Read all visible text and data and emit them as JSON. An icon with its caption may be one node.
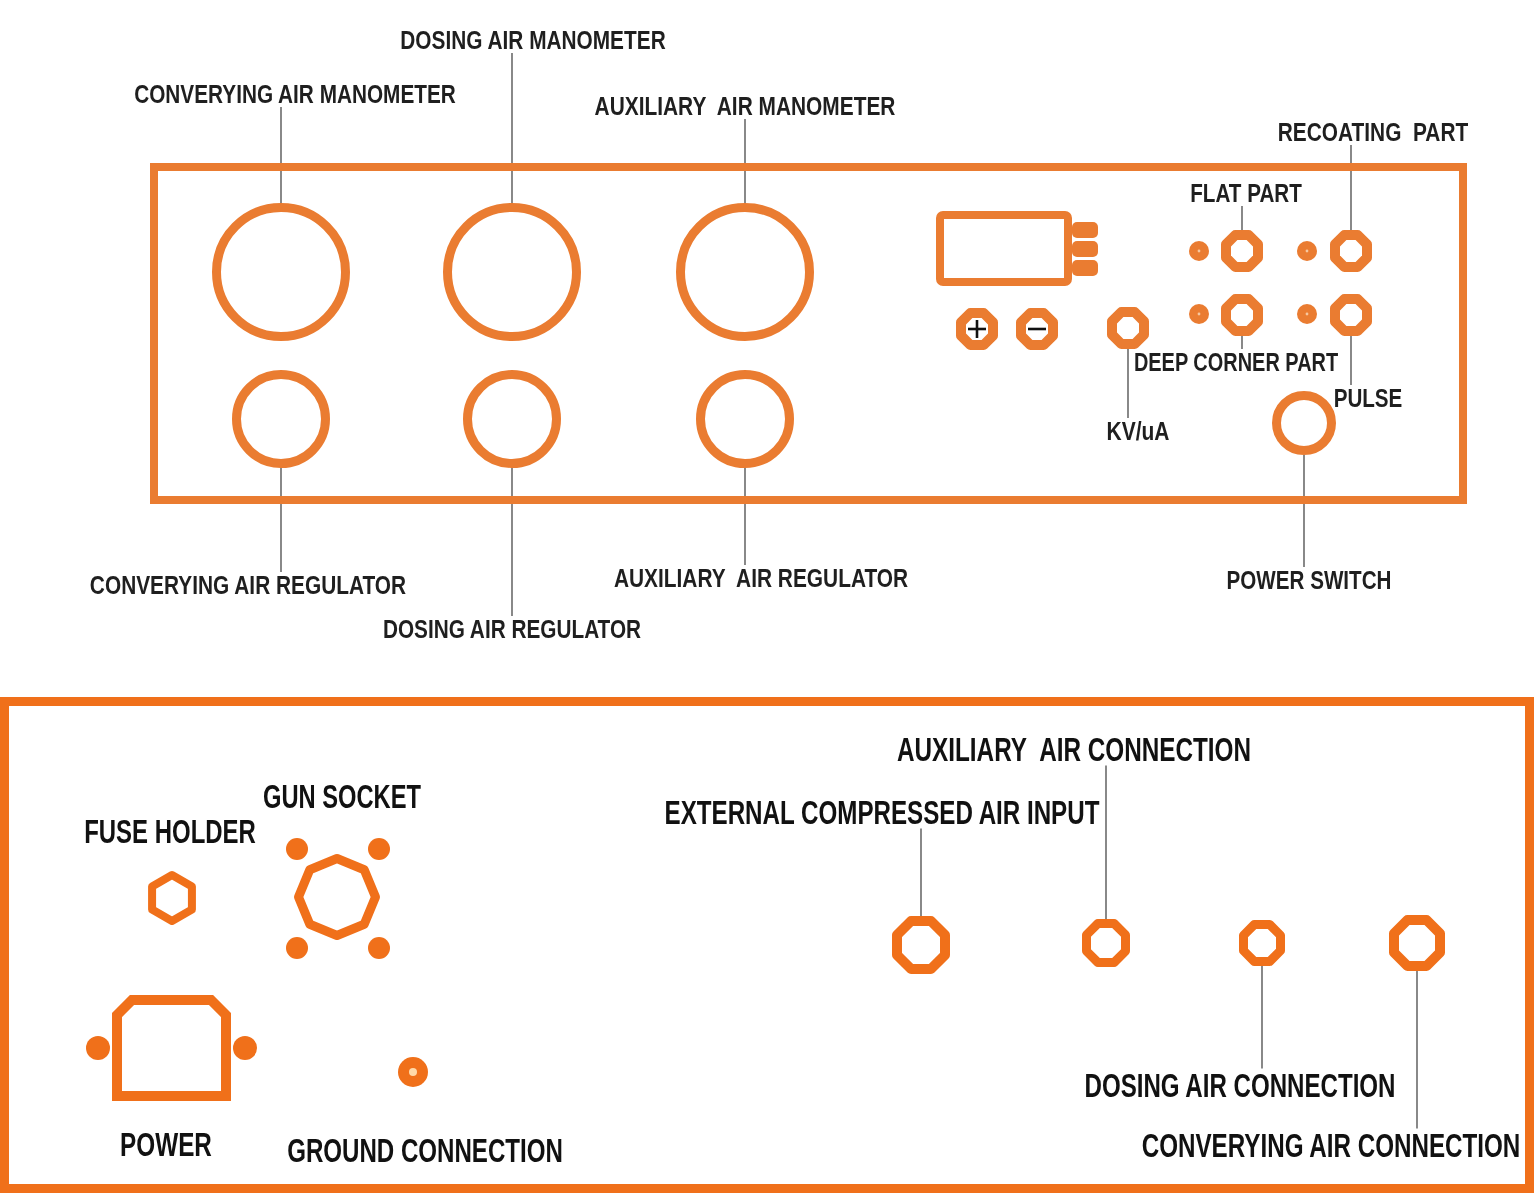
{
  "diagram": {
    "nodes": [
      {
        "text": [],
        "shape": "box"
      },
      {
        "text": [
          "CONVERYING AIR MANOMETER"
        ]
      },
      {
        "text": [
          "DOSING AIR MANOMETER"
        ]
      },
      {
        "text": [
          "AUXILIARY  AIR MANOMETER"
        ]
      },
      {
        "text": [
          "RECOATING  PART"
        ]
      },
      {
        "text": [
          "FLAT PART"
        ],
        "in": 0
      },
      {
        "text": [],
        "shape": "circle",
        "in": 0
      },
      {
        "text": [],
        "shape": "circle",
        "in": 0
      },
      {
        "text": [],
        "shape": "circle",
        "in": 0
      },
      {
        "text": [],
        "shape": "octagon",
        "in": 0
      },
      {
        "text": [],
        "shape": "octagon",
        "in": 0
      },
      {
        "text": [],
        "shape": "octagon",
        "in": 0
      },
      {
        "text": [],
        "shape": "octagon",
        "in": 0
      },
      {
        "text": [],
        "shape": "octagon",
        "in": 0
      },
      {
        "text": [],
        "shape": "circle",
        "in": 0
      },
      {
        "text": [],
        "shape": "circle",
        "in": 0
      },
      {
        "text": [],
        "shape": "circle",
        "in": 0
      },
      {
        "text": [],
        "shape": "circle",
        "in": 0
      },
      {
        "text": [
          "DEEP CORNER PART"
        ],
        "in": 0
      },
      {
        "text": [
          "PULSE"
        ],
        "in": 0
      },
      {
        "text": [
          "KV/uA"
        ],
        "in": 0
      },
      {
        "text": [
          "CONVERYING AIR REGULATOR"
        ]
      },
      {
        "text": [
          "DOSING AIR REGULATOR"
        ]
      },
      {
        "text": [
          "AUXILIARY  AIR REGULATOR"
        ]
      },
      {
        "text": [
          "POWER SWITCH"
        ]
      },
      {
        "text": [],
        "shape": "box"
      },
      {
        "text": [
          "AUXILIARY  AIR CONNECTION"
        ],
        "in": 25
      },
      {
        "text": [
          "EXTERNAL COMPRESSED AIR INPUT"
        ],
        "in": 25
      },
      {
        "text": [],
        "shape": "octagon",
        "in": 25
      },
      {
        "text": [],
        "shape": "octagon",
        "in": 25
      },
      {
        "text": [],
        "shape": "octagon",
        "in": 25
      },
      {
        "text": [],
        "shape": "octagon",
        "in": 25
      },
      {
        "text": [
          "DOSING AIR CONNECTION"
        ],
        "in": 25
      },
      {
        "text": [
          "CONVERYING AIR CONNECTION"
        ],
        "in": 25
      }
    ],
    "edges": [
      {
        "from": 1,
        "to": 6,
        "arrow": "none"
      },
      {
        "from": 2,
        "to": 7,
        "arrow": "none"
      },
      {
        "from": 3,
        "to": 8,
        "arrow": "none"
      },
      {
        "from": 4,
        "to": 10,
        "arrow": "none"
      },
      {
        "from": 5,
        "to": 9,
        "arrow": "none"
      },
      {
        "from": 18,
        "to": 12,
        "arrow": "none"
      },
      {
        "from": 19,
        "to": 13,
        "arrow": "none"
      },
      {
        "from": 20,
        "to": 11,
        "arrow": "none"
      },
      {
        "from": 21,
        "to": 14,
        "arrow": "none"
      },
      {
        "from": 22,
        "to": 15,
        "arrow": "none"
      },
      {
        "from": 23,
        "to": 16,
        "arrow": "none"
      },
      {
        "from": 24,
        "to": 17,
        "arrow": "none"
      },
      {
        "from": 26,
        "to": 29,
        "arrow": "none"
      },
      {
        "from": 27,
        "to": 28,
        "arrow": "none"
      },
      {
        "from": 32,
        "to": 30,
        "arrow": "none"
      },
      {
        "from": 33,
        "to": 31,
        "arrow": "none"
      }
    ],
    "labels": [
      "GUN SOCKET",
      "FUSE HOLDER",
      "POWER",
      "GROUND CONNECTION"
    ]
  }
}
